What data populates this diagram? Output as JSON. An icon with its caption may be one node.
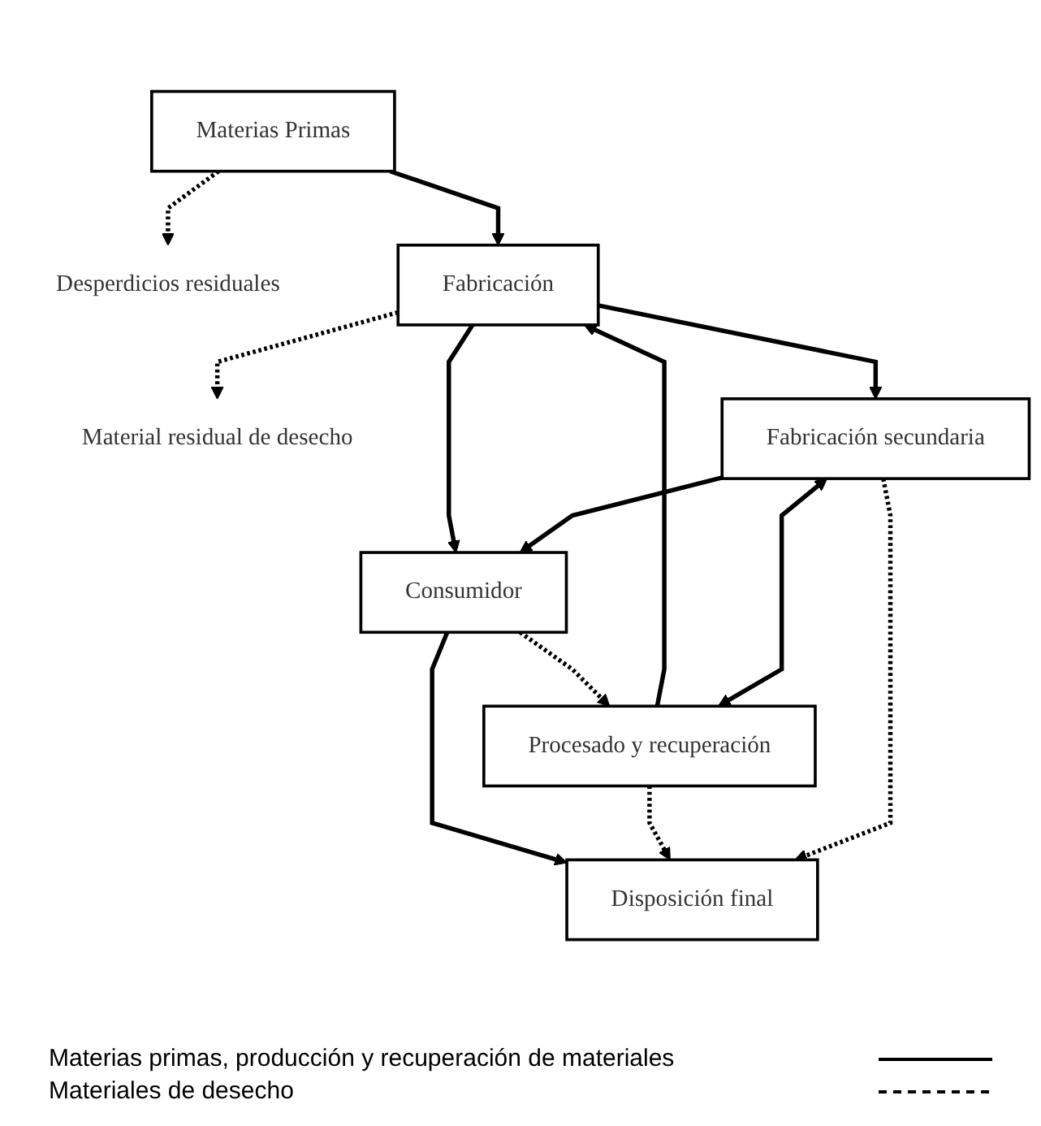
{
  "diagram": {
    "nodes": [
      {
        "text": [
          "Materias Primas"
        ]
      },
      {
        "text": [
          "Desperdicios residuales"
        ]
      },
      {
        "text": [
          "Fabricación"
        ]
      },
      {
        "text": [
          "Material residual de desecho"
        ]
      },
      {
        "text": [
          "Procesado y recuperación"
        ]
      },
      {
        "text": [
          "Fabricación secundaria"
        ]
      },
      {
        "text": [
          "Consumidor"
        ]
      },
      {
        "text": [
          "Disposición final"
        ]
      }
    ],
    "edges": [
      {
        "from": 0,
        "to": 1,
        "arrow": "to",
        "style": "dashed"
      },
      {
        "from": 0,
        "to": 2,
        "arrow": "to"
      },
      {
        "from": 2,
        "to": 3,
        "arrow": "to",
        "style": "dashed"
      },
      {
        "from": 4,
        "to": 2,
        "arrow": "to"
      },
      {
        "from": 2,
        "to": 5,
        "arrow": "to"
      },
      {
        "from": 2,
        "to": 6,
        "arrow": "to"
      },
      {
        "from": 4,
        "to": 5,
        "arrow": "both"
      },
      {
        "from": 5,
        "to": 6,
        "arrow": "to"
      },
      {
        "from": 6,
        "to": 4,
        "arrow": "to",
        "style": "dashed"
      },
      {
        "from": 6,
        "to": 7,
        "arrow": "to"
      },
      {
        "from": 4,
        "to": 7,
        "arrow": "to",
        "style": "dashed"
      },
      {
        "from": 5,
        "to": 7,
        "arrow": "to",
        "style": "dashed"
      }
    ],
    "legend": [
      {
        "text": "Materias primas, producción y recuperación de materiales"
      },
      {
        "text": "Materiales de desecho"
      }
    ]
  }
}
